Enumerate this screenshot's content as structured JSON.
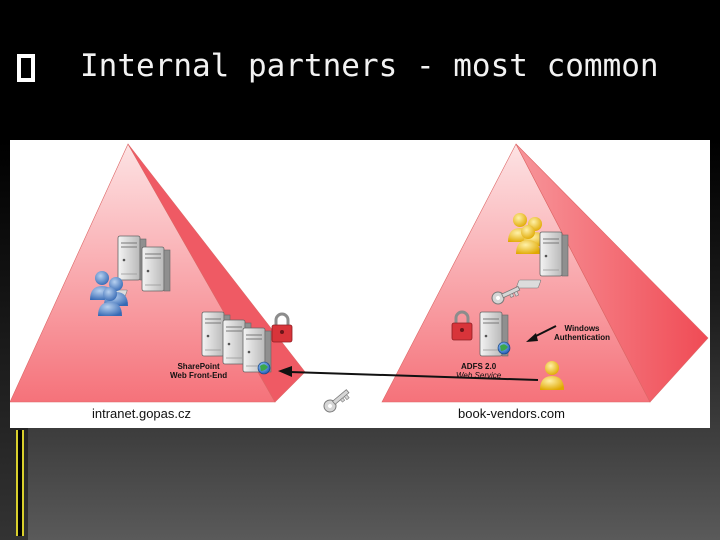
{
  "slide": {
    "title": "Internal partners - most common"
  },
  "diagram": {
    "left_zone": {
      "domain": "intranet.gopas.cz",
      "server_label_line1": "SharePoint",
      "server_label_line2": "Web Front-End"
    },
    "right_zone": {
      "domain": "book-vendors.com",
      "adfs_label_line1": "ADFS 2.0",
      "adfs_label_line2": "Web Service",
      "auth_label_line1": "Windows",
      "auth_label_line2": "Authentication"
    },
    "colors": {
      "pyramid_red": "#f5727a",
      "pyramid_light": "#fde3e4",
      "user_blue": "#4a7fc7",
      "user_yellow": "#f3c218",
      "lock_red": "#d8343a",
      "accent_yellow": "#d8cf2c"
    },
    "icons": [
      "server-icon",
      "users-icon",
      "lock-icon",
      "key-icon",
      "globe-icon",
      "user-icon"
    ]
  }
}
